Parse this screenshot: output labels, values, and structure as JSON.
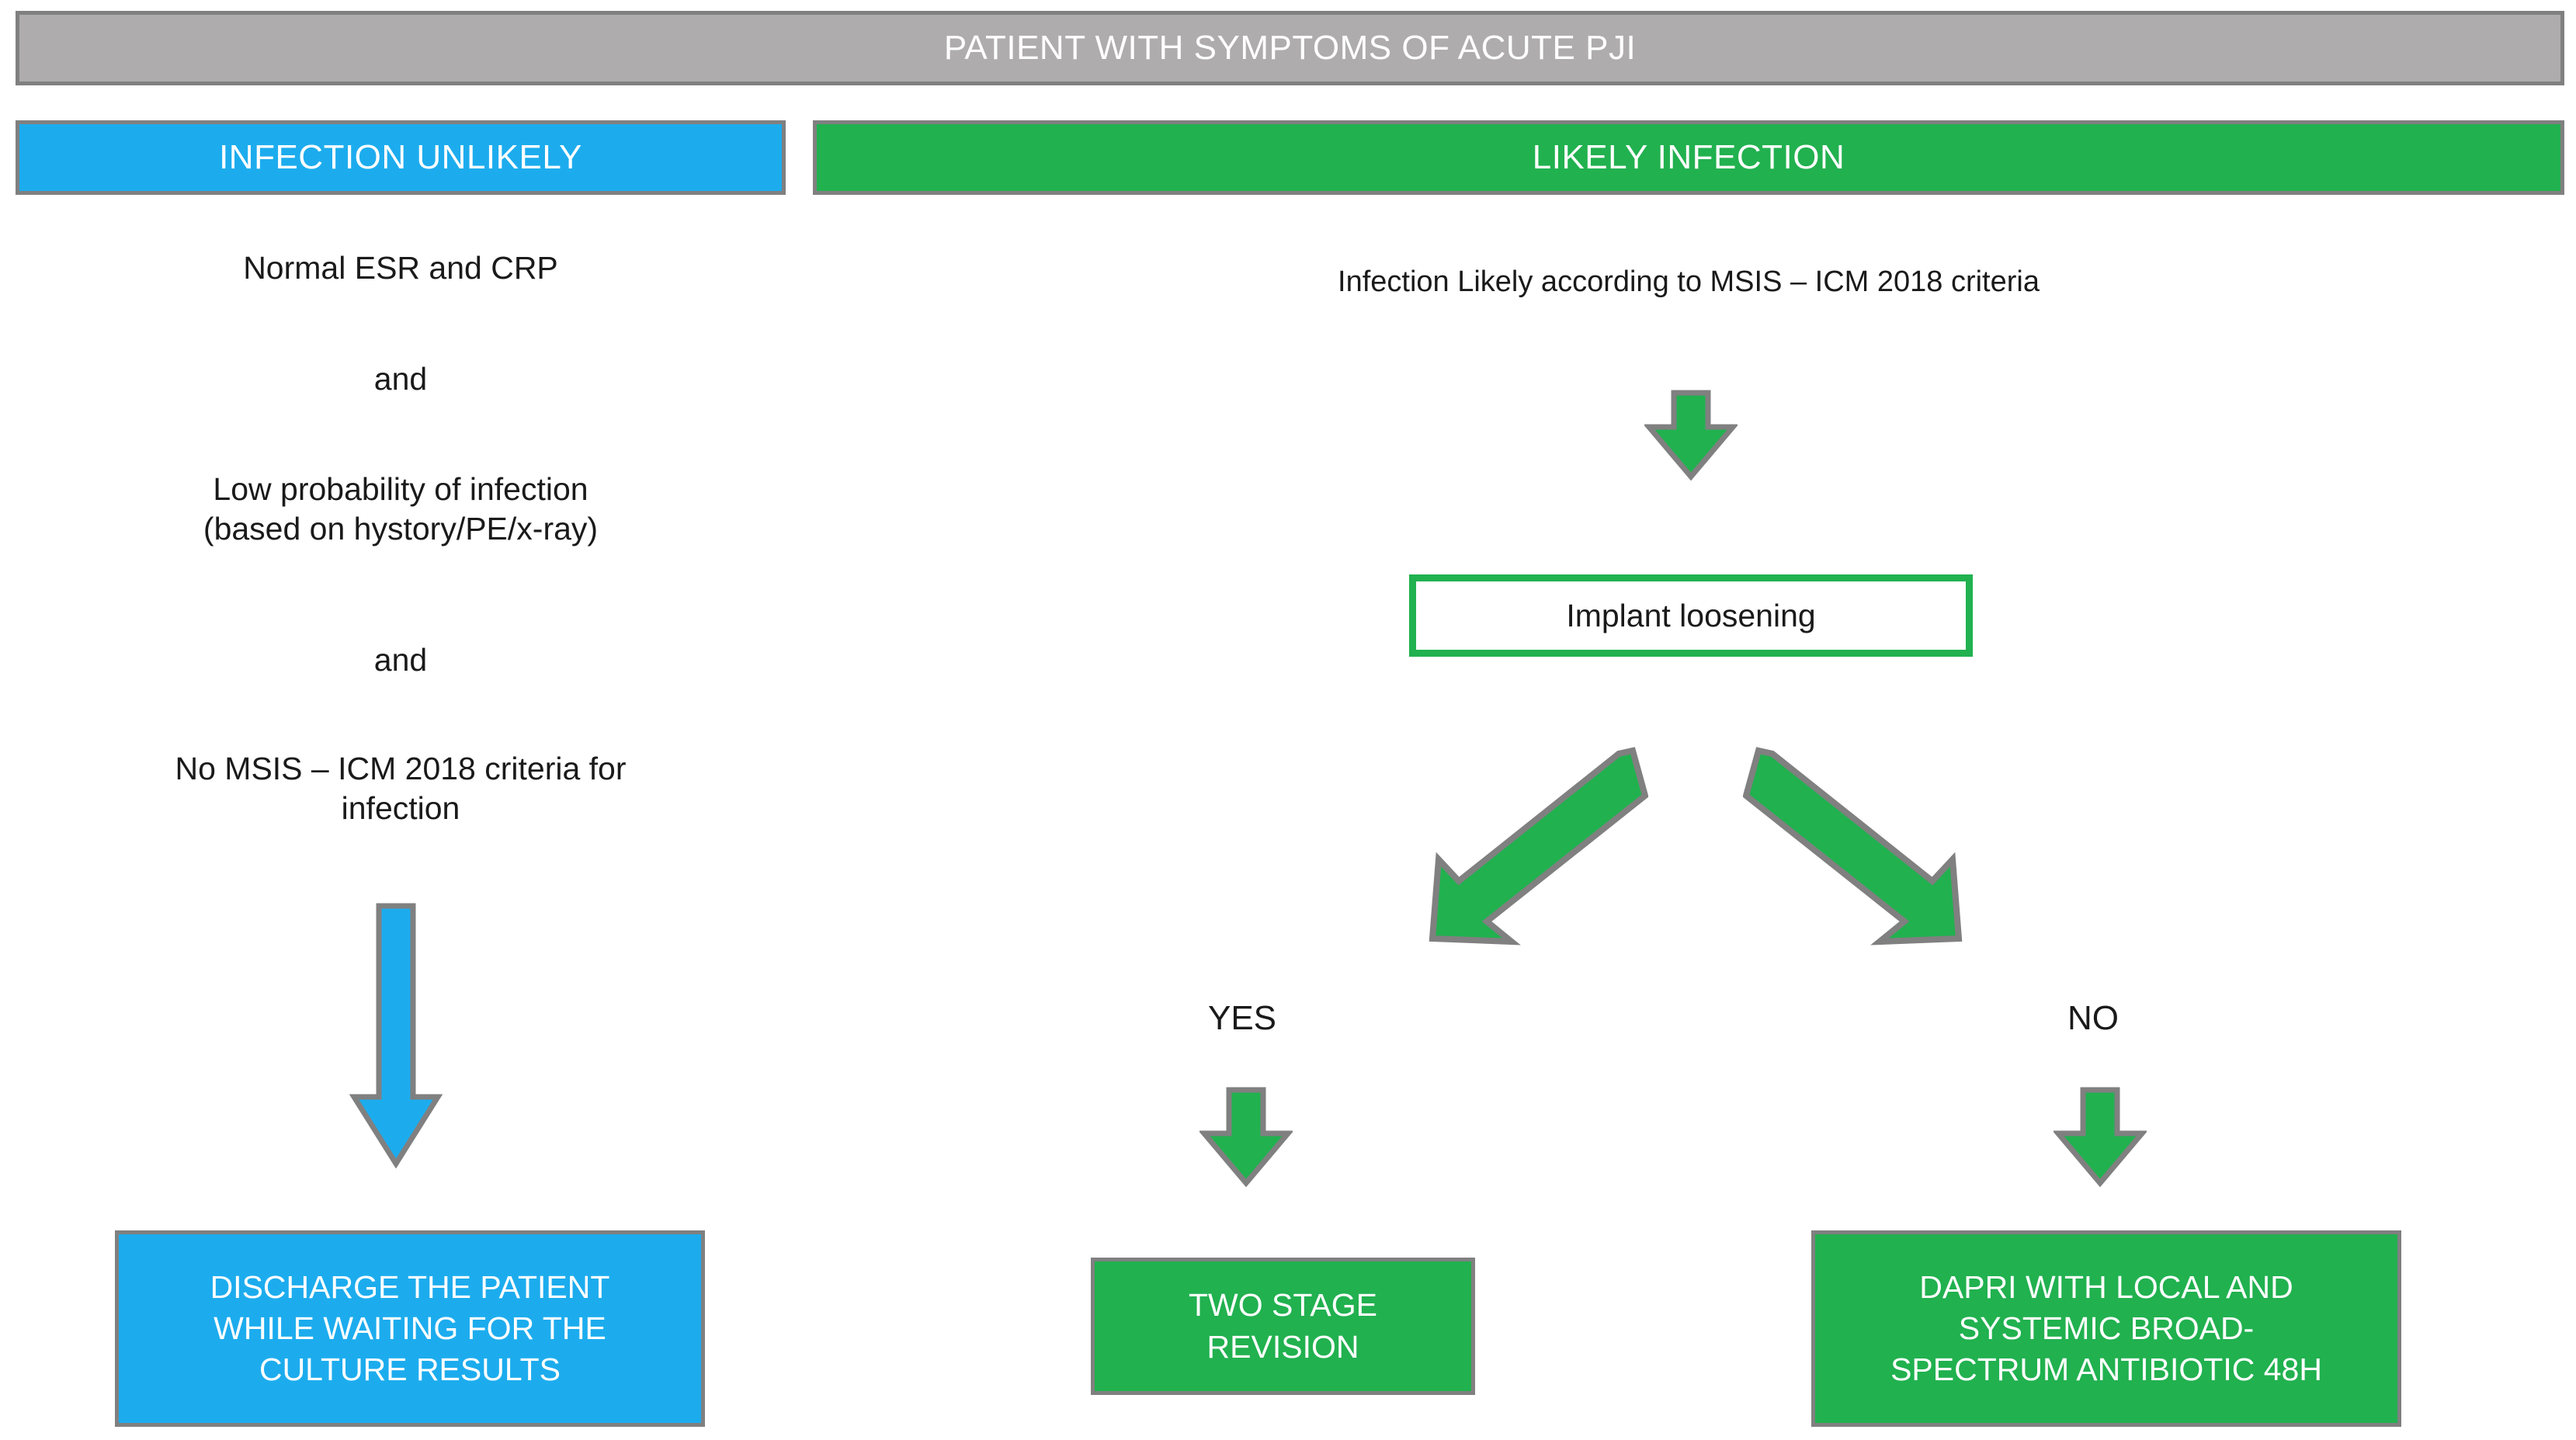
{
  "header": {
    "title": "PATIENT WITH SYMPTOMS OF ACUTE PJI"
  },
  "branches": {
    "left": {
      "banner": "INFECTION UNLIKELY",
      "criteria": [
        {
          "text": "Normal ESR and CRP"
        },
        {
          "text": "and"
        },
        {
          "text": "Low probability of infection\n(based on hystory/PE/x-ray)"
        },
        {
          "text": "and"
        },
        {
          "text": "No MSIS – ICM 2018 criteria for\ninfection"
        }
      ],
      "arrow": "down-arrow-blue",
      "outcome": "DISCHARGE THE PATIENT\nWHILE WAITING FOR THE\nCULTURE RESULTS"
    },
    "right": {
      "banner": "LIKELY INFECTION",
      "criteria": "Infection Likely according to MSIS – ICM 2018 criteria",
      "arrow_to_decision": "down-arrow-green",
      "decision": "Implant loosening",
      "split_arrow_left": "down-left-arrow-green",
      "split_arrow_right": "down-right-arrow-green",
      "options": [
        {
          "label": "YES",
          "arrow": "down-arrow-green",
          "outcome": "TWO STAGE\nREVISION"
        },
        {
          "label": "NO",
          "arrow": "down-arrow-green",
          "outcome": "DAPRI WITH LOCAL AND\nSYSTEMIC BROAD-\nSPECTRUM ANTIBIOTIC 48H"
        }
      ]
    }
  },
  "colors": {
    "header_gray": "#aeacac",
    "unlikely_blue": "#1cacee",
    "likely_green": "#21b14f",
    "border_gray": "#808080",
    "text_dark": "#1a1a1a",
    "text_light": "#ffffff"
  }
}
